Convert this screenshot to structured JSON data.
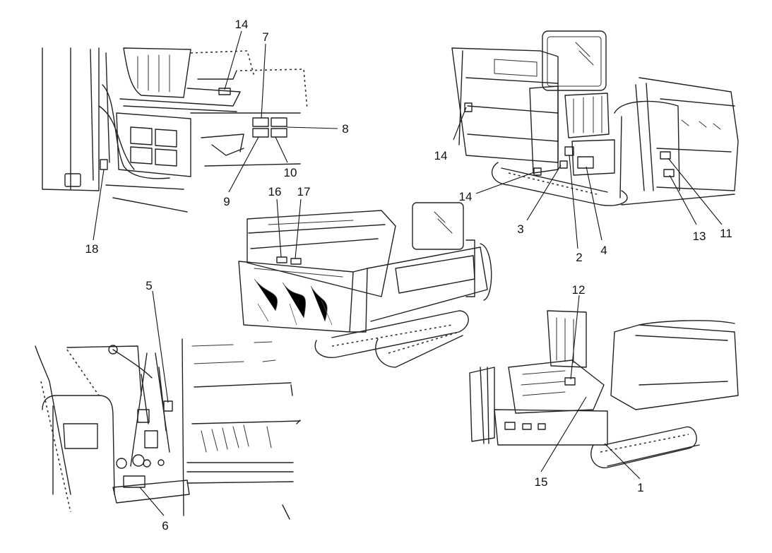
{
  "diagram": {
    "callout_labels": [
      "1",
      "2",
      "3",
      "4",
      "5",
      "6",
      "7",
      "8",
      "9",
      "10",
      "11",
      "12",
      "13",
      "14",
      "15",
      "16",
      "17",
      "18"
    ]
  },
  "callouts": [
    {
      "id": "14",
      "text": "14"
    },
    {
      "id": "7",
      "text": "7"
    },
    {
      "id": "8",
      "text": "8"
    },
    {
      "id": "9",
      "text": "9"
    },
    {
      "id": "10",
      "text": "10"
    },
    {
      "id": "18",
      "text": "18"
    },
    {
      "id": "16",
      "text": "16"
    },
    {
      "id": "17",
      "text": "17"
    },
    {
      "id": "14b",
      "text": "14"
    },
    {
      "id": "14c",
      "text": "14"
    },
    {
      "id": "3",
      "text": "3"
    },
    {
      "id": "2",
      "text": "2"
    },
    {
      "id": "4",
      "text": "4"
    },
    {
      "id": "13",
      "text": "13"
    },
    {
      "id": "11",
      "text": "11"
    },
    {
      "id": "5",
      "text": "5"
    },
    {
      "id": "6",
      "text": "6"
    },
    {
      "id": "12",
      "text": "12"
    },
    {
      "id": "15",
      "text": "15"
    },
    {
      "id": "1",
      "text": "1"
    }
  ]
}
